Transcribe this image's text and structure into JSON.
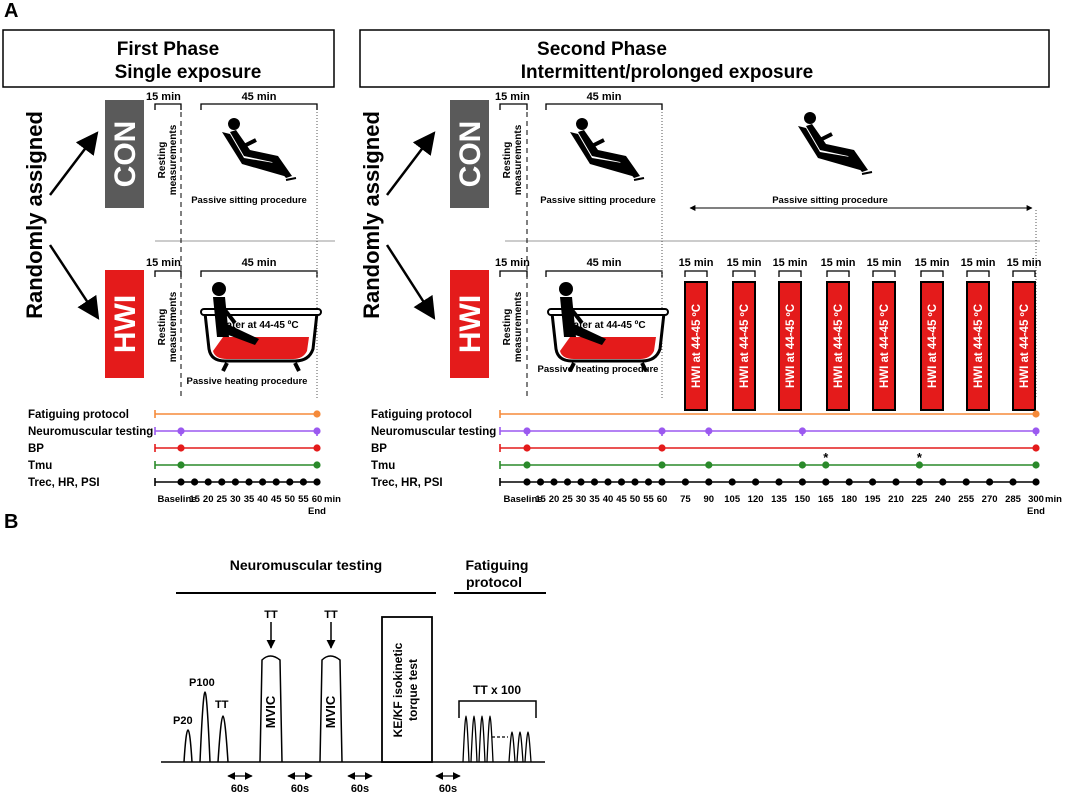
{
  "panel_a": {
    "label": "A",
    "phase1": {
      "line1": "First Phase",
      "line2": "Single exposure"
    },
    "phase2": {
      "line1": "Second Phase",
      "line2": "Intermittent/prolonged exposure"
    },
    "randomly_assigned": "Randomly assigned",
    "con_label": "CON",
    "hwi_label": "HWI",
    "min15": "15 min",
    "min45": "45 min",
    "resting1": "Resting",
    "resting2": "measurements",
    "passive_sitting": "Passive sitting procedure",
    "passive_heating": "Passive heating procedure",
    "water": "Water at 44-45 ºC",
    "hwi_session": "HWI at 44-45 ºC",
    "colors": {
      "red": "#e41b1b",
      "gray": "#5a5a5a",
      "orange": "#f58a3a",
      "purple": "#9b59f0",
      "green": "#2a8a2a",
      "black": "#000000"
    },
    "protocol_rows": [
      "Fatiguing protocol",
      "Neuromuscular testing",
      "BP",
      "Tmu",
      "Trec, HR, PSI"
    ],
    "ticks_phase1": [
      "Baseline",
      "15",
      "20",
      "25",
      "30",
      "35",
      "40",
      "45",
      "50",
      "55",
      "60"
    ],
    "ticks_phase2": [
      "Baseline",
      "15",
      "20",
      "25",
      "30",
      "35",
      "40",
      "45",
      "50",
      "55",
      "60",
      "75",
      "90",
      "105",
      "120",
      "135",
      "150",
      "165",
      "180",
      "195",
      "210",
      "225",
      "240",
      "255",
      "270",
      "285",
      "300"
    ],
    "min_unit": "min",
    "end_label": "End",
    "asterisk": "*"
  },
  "panel_b": {
    "label": "B",
    "neuromuscular_testing": "Neuromuscular testing",
    "fatiguing1": "Fatiguing",
    "fatiguing2": "protocol",
    "p20": "P20",
    "p100": "P100",
    "tt": "TT",
    "mvic": "MVIC",
    "ke1": "KE/KF isokinetic",
    "ke2": "torque test",
    "ttx100": "TT x 100",
    "s60": "60s"
  }
}
